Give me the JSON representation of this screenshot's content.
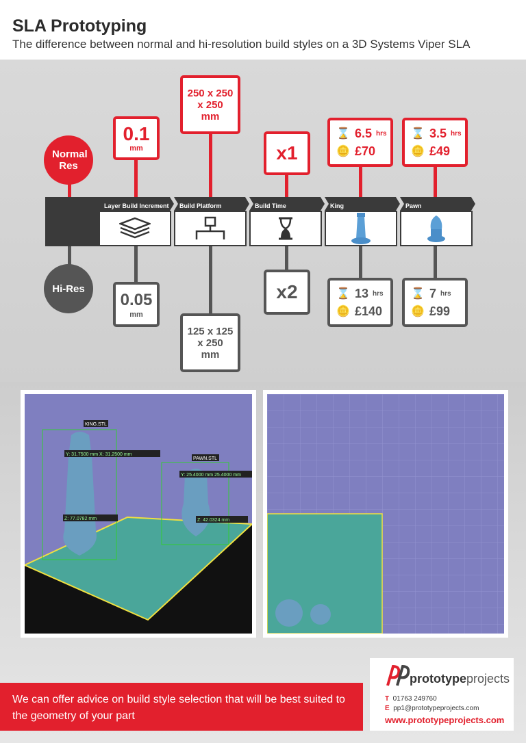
{
  "header": {
    "title": "SLA Prototyping",
    "subtitle": "The difference between normal and hi-resolution build styles on a 3D Systems Viper SLA"
  },
  "rows": {
    "normal_label": "Normal Res",
    "hires_label": "Hi-Res"
  },
  "columns": [
    {
      "label": "Layer Build Increment",
      "icon": "layers-icon",
      "normal": {
        "value": "0.1",
        "unit": "mm"
      },
      "hires": {
        "value": "0.05",
        "unit": "mm"
      }
    },
    {
      "label": "Build Platform",
      "icon": "platform-icon",
      "normal": {
        "value": "250 x 250 x 250 mm"
      },
      "hires": {
        "value": "125 x 125 x 250 mm"
      }
    },
    {
      "label": "Build Time",
      "icon": "hourglass-icon",
      "normal": {
        "value": "x1"
      },
      "hires": {
        "value": "x2"
      }
    },
    {
      "label": "King",
      "icon": "king-icon",
      "normal": {
        "time": "6.5",
        "time_unit": "hrs",
        "cost": "£70"
      },
      "hires": {
        "time": "13",
        "time_unit": "hrs",
        "cost": "£140"
      }
    },
    {
      "label": "Pawn",
      "icon": "pawn-icon",
      "normal": {
        "time": "3.5",
        "time_unit": "hrs",
        "cost": "£49"
      },
      "hires": {
        "time": "7",
        "time_unit": "hrs",
        "cost": "£99"
      }
    }
  ],
  "screens": {
    "left": {
      "king_file": "KING.STL",
      "king_dims": "Y: 31.7500 mm  X: 31.2500 mm",
      "king_z": "Z: 77.0782 mm",
      "pawn_file": "PAWN.STL",
      "pawn_dims": "Y: 25.4000 mm  25.4000 mm",
      "pawn_z": "Z: 42.0324 mm"
    }
  },
  "footer": {
    "advice": "We can offer advice on build style selection that will be best suited to the geometry of your part",
    "brand_a": "prototype",
    "brand_b": "projects",
    "phone_label": "T",
    "phone": "01763 249760",
    "email_label": "E",
    "email": "pp1@prototypeprojects.com",
    "website": "www.prototypeprojects.com"
  },
  "colors": {
    "red": "#e2202d",
    "dark": "#3a3a3a",
    "grey": "#555555",
    "screen_blue": "#7f7fc0",
    "teal": "#4aa69a"
  }
}
